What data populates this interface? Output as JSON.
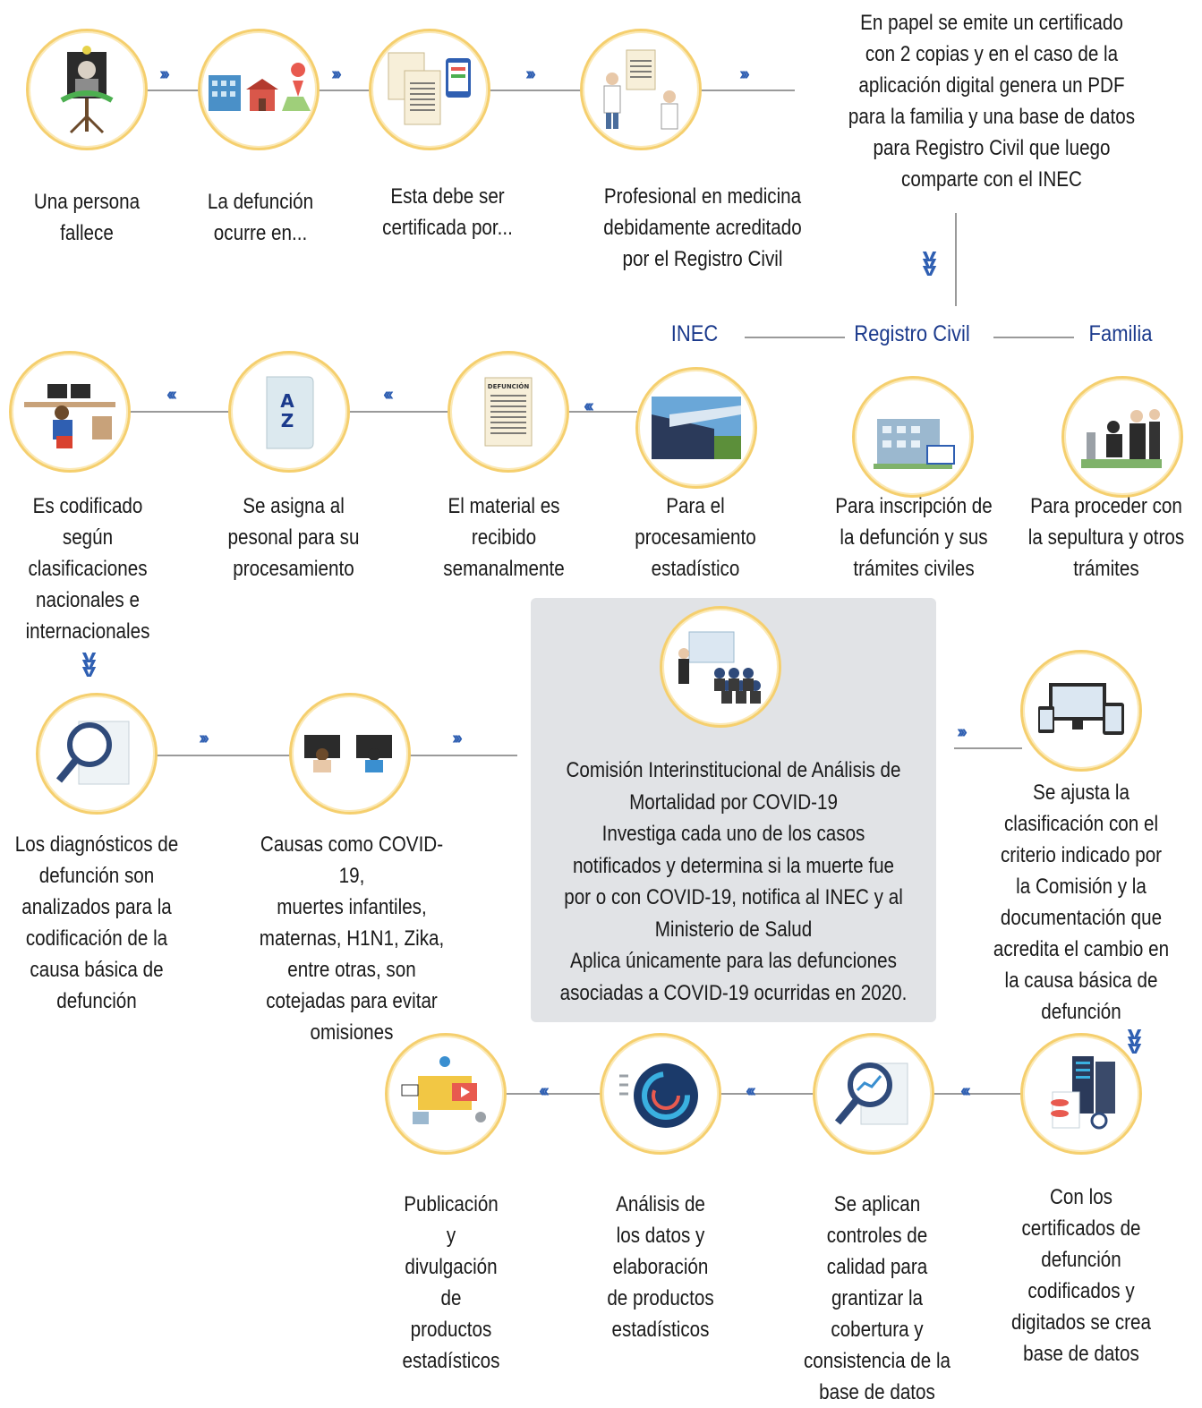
{
  "steps": {
    "s1": "Una persona\nfallece",
    "s2": "La defunción\nocurre en...",
    "s3": "Esta debe ser\ncertificada por...",
    "s4": "Profesional en medicina\ndebidamente acreditado\npor el Registro Civil",
    "s5": "En papel se emite un certificado\ncon 2 copias y en  el caso de la\naplicación digital genera un PDF\npara la familia y una base de datos\npara Registro Civil que luego\ncomparte con el INEC",
    "inec_desc": "Para el\nprocesamiento\nestadístico",
    "rc_desc": "Para inscripción de\nla defunción y sus\ntrámites civiles",
    "fam_desc": "Para proceder con\nla sepultura y otros\ntrámites",
    "r2a": "El material es\nrecibido\nsemanalmente",
    "r2b": "Se asigna al\npesonal para su\nprocesamiento",
    "r2c": "Es codificado\nsegún\nclasificaciones\nnacionales e\ninternacionales",
    "r3a": "Los diagnósticos de\ndefunción son\nanalizados para la\ncodificación de la\ncausa básica de\ndefunción",
    "r3b": "Causas como COVID-19,\nmuertes infantiles,\nmaternas, H1N1, Zika,\nentre otras, son\ncotejadas para evitar\nomisiones",
    "commission": "Comisión Interinstitucional de Análisis de\nMortalidad por COVID-19\nInvestiga cada uno de los casos\nnotificados y determina si la muerte fue\npor o con COVID-19, notifica al INEC y al\nMinisterio de Salud\nAplica únicamente para las defunciones\nasociadas a COVID-19 ocurridas en 2020.",
    "r3c": "Se ajusta la\nclasificación con el\ncriterio indicado por\nla Comisión y la\ndocumentación que\nacredita el cambio en\nla causa básica de\ndefunción",
    "r4a": "Con  los\ncertificados de\ndefunción\ncodificados y\ndigitados se crea\nbase de datos",
    "r4b": "Se aplican\ncontroles de\ncalidad para\ngrantizar la\ncobertura y\nconsistencia de la\nbase de datos",
    "r4c": "Análisis de\nlos datos y\nelaboración\nde productos\nestadísticos",
    "r4d": "Publicación\ny\ndivulgación\nde\nproductos\nestadísticos"
  },
  "headers": {
    "inec": "INEC",
    "registro_civil": "Registro Civil",
    "familia": "Familia"
  },
  "doc_label": "DEFUNCIÓN",
  "colors": {
    "circle_border": "#f5cf6e",
    "line": "#9a9a9a",
    "chevron": "#2f5fb2",
    "header": "#1b3a8c",
    "box": "#e1e3e6"
  }
}
